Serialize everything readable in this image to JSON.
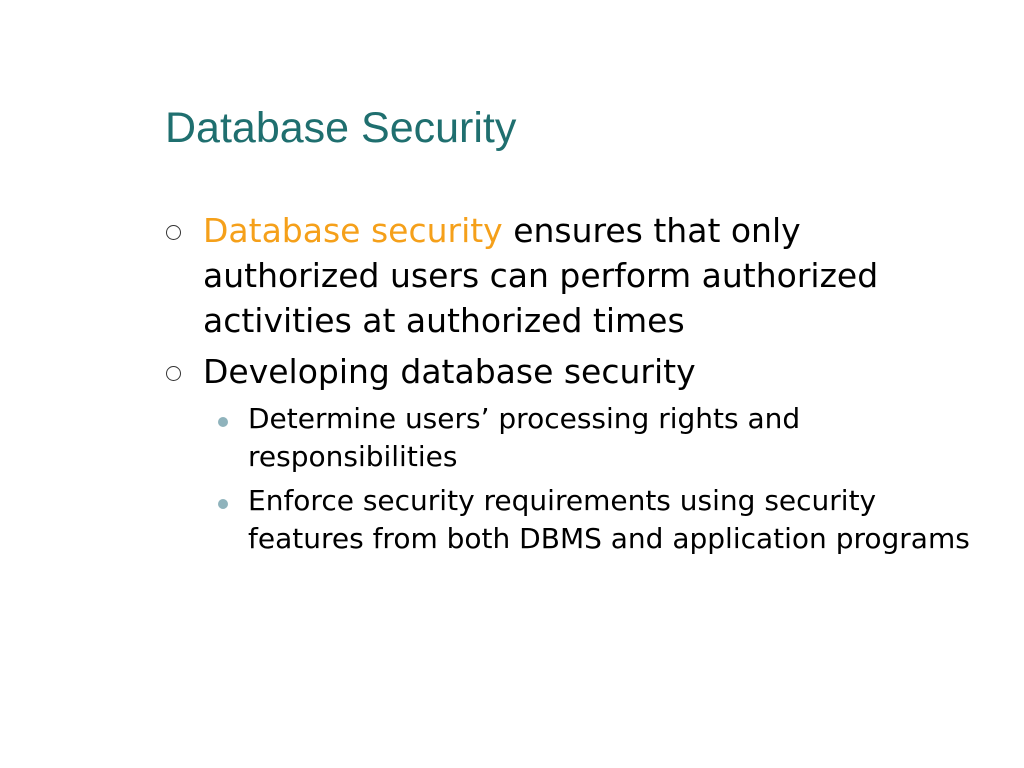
{
  "title": "Database Security",
  "bullets": [
    {
      "highlight": "Database security",
      "text": " ensures that only authorized users can perform authorized activities at authorized times"
    },
    {
      "text": "Developing database security",
      "sub": [
        "Determine users’ processing rights and responsibilities",
        "Enforce security requirements using security features from both DBMS and application programs"
      ]
    }
  ],
  "colors": {
    "title": "#1f6f6f",
    "highlight": "#f5a01a",
    "sub_bullet": "#8fb3bc"
  }
}
